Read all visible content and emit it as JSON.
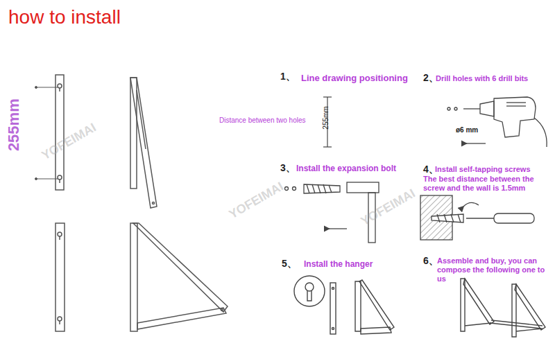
{
  "diagram": {
    "title": "how to install",
    "labels": [
      "255mm",
      "1、",
      "Line drawing positioning",
      "Distance between two holes",
      "255mm",
      "2、",
      "Drill holes with 6 drill bits",
      "ø6 mm",
      "3、",
      "Install the expansion bolt",
      "4、",
      "Install self-tapping screws",
      "The best distance between the screw and the wall is 1.5mm",
      "5、",
      "Install the hanger",
      "6、",
      "Assemble and buy, you can compose the following one to us",
      "YOFEIMAI",
      "YOFEIMAI",
      "YOFEIMAI"
    ]
  }
}
